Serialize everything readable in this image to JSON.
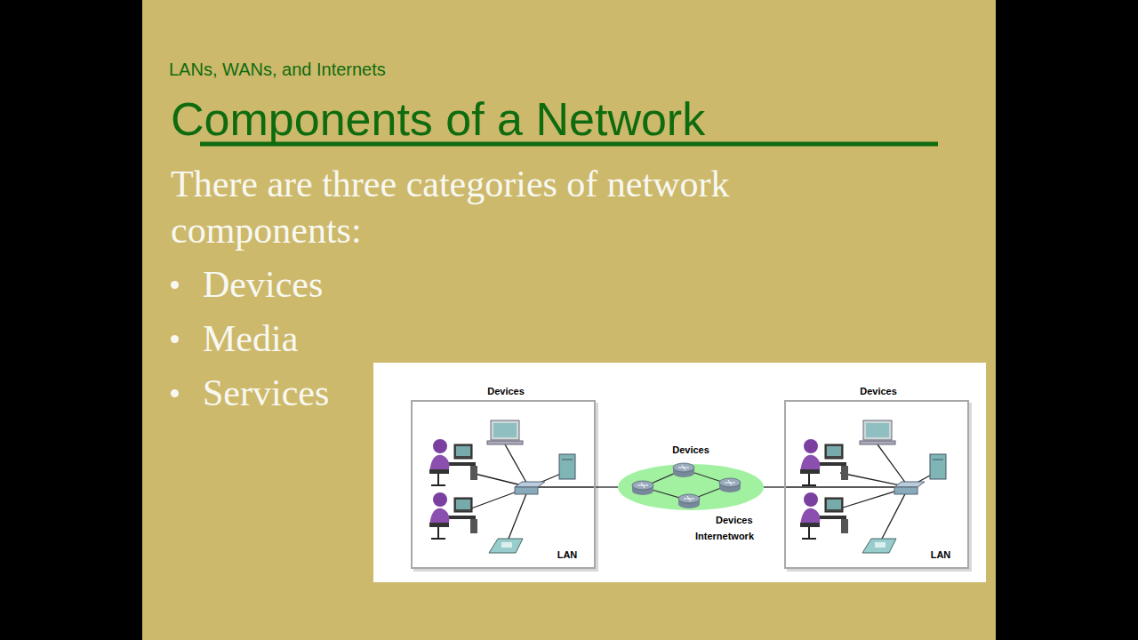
{
  "diagram": {
    "title": "Components of a Network",
    "nodes": [
      {
        "text": [
          "Devices",
          "LAN"
        ]
      },
      {
        "text": [
          "Devices",
          "Devices",
          "Internetwork"
        ]
      },
      {
        "text": [
          "Devices",
          "LAN"
        ]
      }
    ],
    "edges": [
      {
        "from": 0,
        "to": 1,
        "arrow": "none"
      },
      {
        "from": 1,
        "to": 2,
        "arrow": "none"
      }
    ],
    "labels": [
      "LANs, WANs, and Internets",
      "There are three categories of network components:",
      "Devices",
      "Media",
      "Services"
    ]
  }
}
